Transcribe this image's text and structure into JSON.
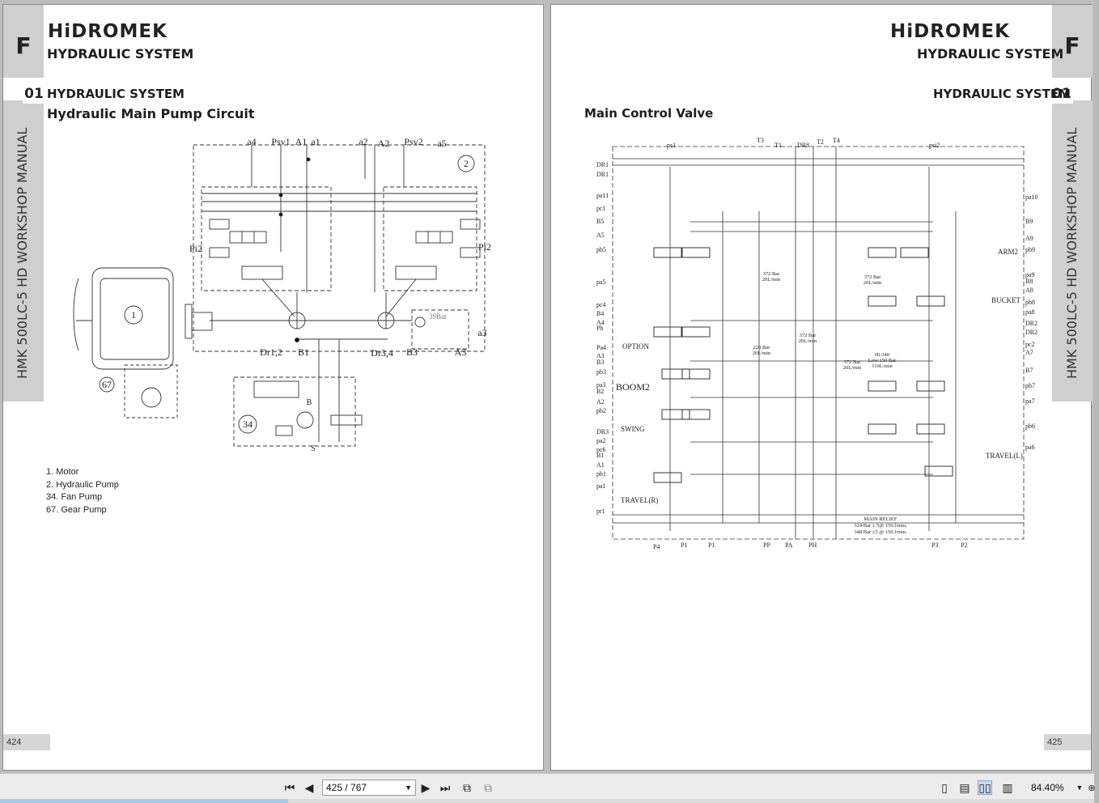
{
  "left_page": {
    "brand": "HiDROMEK",
    "header": "HYDRAULIC SYSTEM",
    "chapter_letter": "F",
    "section_number": "01",
    "section_title": "HYDRAULIC SYSTEM",
    "title": "Hydraulic Main Pump Circuit",
    "side_label": "HMK 500LC-5 HD WORKSHOP MANUAL",
    "page_number": "424",
    "legend": [
      "1. Motor",
      "2. Hydraulic Pump",
      "34. Fan Pump",
      "67. Gear Pump"
    ],
    "diagram_labels": {
      "a4": "a4",
      "psv1": "Psv1",
      "a1_top": "A1",
      "a1_small": "a1",
      "a2_small": "a2",
      "a2_top": "A2",
      "psv2": "Psv2",
      "a5": "a5",
      "n2": "2",
      "pi2_left": "Pi2",
      "pi2_right": "Pi2",
      "n1": "1",
      "dr12": "Dr1,2",
      "b1": "B1",
      "dr34": "Dr3,4",
      "b3": "B3",
      "a3_big": "A3",
      "a3_small": "a3",
      "bar39": "39Bar",
      "n67": "67",
      "n34": "34",
      "b": "B",
      "s": "S"
    }
  },
  "right_page": {
    "brand": "HiDROMEK",
    "header": "HYDRAULIC SYSTEM",
    "chapter_letter": "F",
    "section_number": "01",
    "section_title": "HYDRAULIC SYSTEM",
    "title": "Main Control Valve",
    "side_label": "HMK 500LC-5 HD WORKSHOP MANUAL",
    "page_number": "425",
    "diagram_labels": {
      "top": [
        "ps1",
        "T3",
        "T1",
        "DR8",
        "T2",
        "T4",
        "psi2"
      ],
      "left": [
        "DR1",
        "DR1",
        "pa11",
        "pc1",
        "B5",
        "A5",
        "pb5",
        "pa5",
        "pc4",
        "B4",
        "A4",
        "Pb",
        "Pa4",
        "A3",
        "B3",
        "pb3",
        "pa3",
        "B2",
        "A2",
        "pb2",
        "DR3",
        "pa2",
        "pc6",
        "B1",
        "A1",
        "pb1",
        "pa1",
        "pr1"
      ],
      "right": [
        "pa10",
        "B9",
        "A9",
        "pb9",
        "pa9",
        "B8",
        "A8",
        "pb8",
        "pa8",
        "DR2",
        "DR2",
        "pc2",
        "A7",
        "B7",
        "pb7",
        "pa7",
        "pb6",
        "pa6"
      ],
      "bottom": [
        "P4",
        "P1",
        "P1",
        "PP",
        "PA",
        "PH",
        "P3",
        "P2"
      ],
      "functions": [
        "ARM2",
        "BUCKET",
        "OPTION",
        "BOOM2",
        "SWING",
        "TRAVEL(R)",
        "TRAVEL(L)"
      ],
      "notes": [
        "372 Bar",
        "20L/min",
        "372 Bar",
        "20L/min",
        "372 Bar",
        "20L/min",
        "220 Bar",
        "20L/min",
        "372 Bar",
        "20L/min",
        "Hi:340",
        "Low:150 Bar",
        "110L/min",
        "MAIN RELIEF",
        "324  Bar ± 5@ 150 l/min.",
        "348 Bar ±5 @ 150 l/min."
      ]
    }
  },
  "toolbar": {
    "page_field": "425 / 767",
    "zoom": "84.40%",
    "icons": [
      "first-page-icon",
      "prev-page-icon",
      "next-page-icon",
      "last-page-icon",
      "rotate-icon",
      "fit-icon",
      "single-page-icon",
      "continuous-icon",
      "two-page-icon",
      "two-page-continuous-icon",
      "zoom-dropdown-icon"
    ]
  }
}
